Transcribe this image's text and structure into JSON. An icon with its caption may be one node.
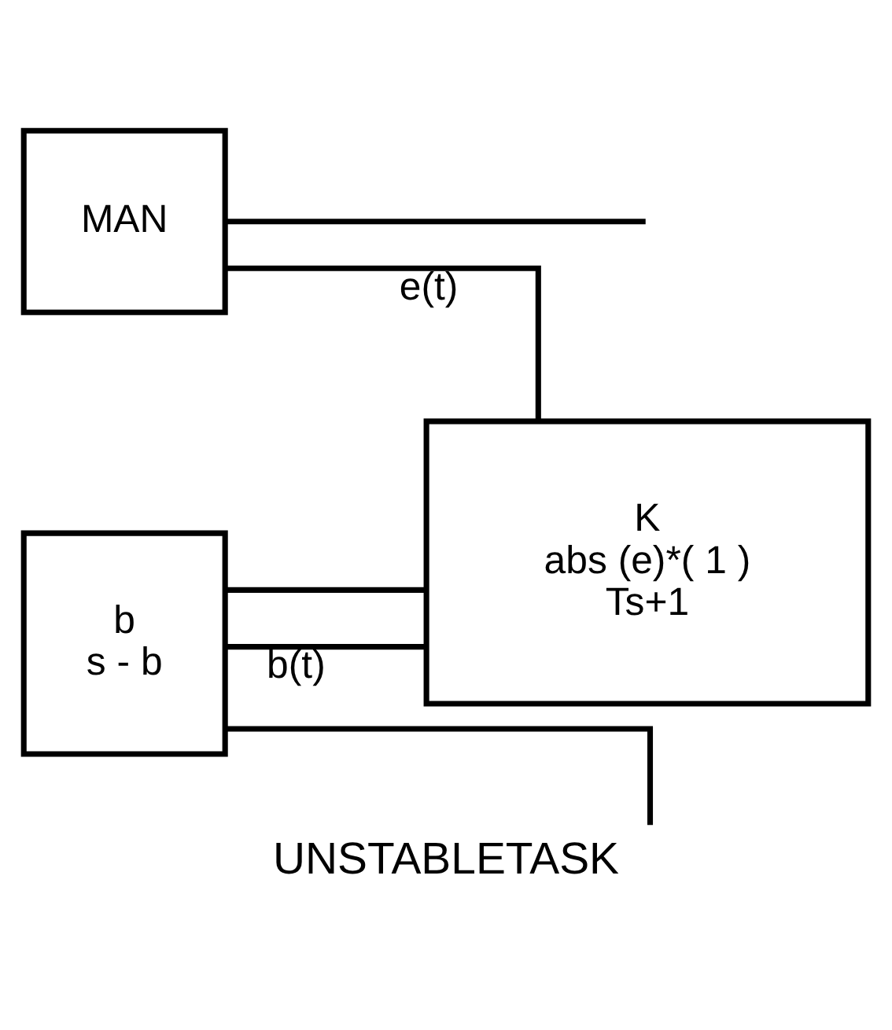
{
  "diagram": {
    "caption": "UNSTABLETASK",
    "nodes": [
      {
        "text": [
          "MAN"
        ]
      },
      {
        "text": [
          "b",
          "s - b"
        ]
      },
      {
        "text": [
          "K",
          "abs (e)*( 1 )",
          "Ts+1"
        ]
      }
    ],
    "edges": [
      {
        "from": 2,
        "to": 0,
        "label": "e(t)",
        "arrow": "none"
      },
      {
        "from": 2,
        "to": 1,
        "arrow": "none"
      },
      {
        "from": 1,
        "to": 2,
        "label": "b(t)",
        "arrow": "none"
      },
      {
        "from": 0,
        "to": null,
        "arrow": "none"
      },
      {
        "from": 1,
        "to": null,
        "arrow": "none"
      }
    ]
  }
}
